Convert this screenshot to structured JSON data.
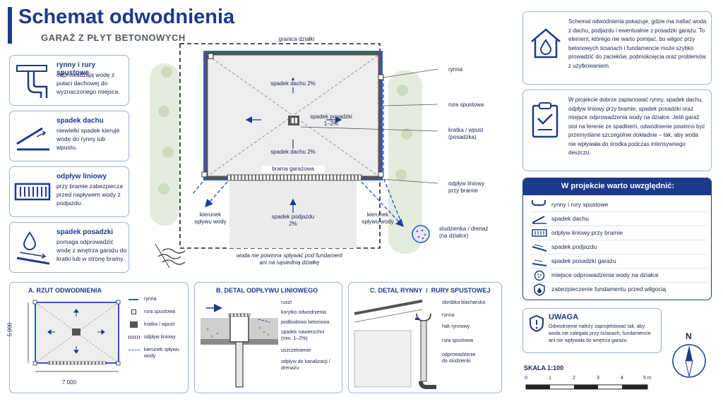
{
  "header": {
    "title": "Schemat odwodnienia",
    "subtitle": "GARAŻ Z PŁYT BETONOWYCH"
  },
  "left_cards": [
    {
      "title": "rynny i rury spustowe",
      "text": "odprowadzają wodę z połaci dachowej do wyznaczonego miejsca.",
      "icon": "gutter-downpipe-icon"
    },
    {
      "title": "spadek dachu",
      "text": "niewielki spadek kieruje wodę do rynny lub wpustu.",
      "icon": "roof-slope-icon"
    },
    {
      "title": "odpływ liniowy",
      "text": "przy bramie zabezpiecza przed napływem wody z podjazdu.",
      "icon": "linear-drain-icon"
    },
    {
      "title": "spadek posadzki",
      "text": "pomaga odprowadzić wodę z wnętrza garażu do kratki lub w stronę bramy.",
      "icon": "floor-slope-icon"
    }
  ],
  "plan": {
    "boundary_label": "granica działki",
    "roof_slope_top": "spadek dachu 2%",
    "roof_slope_bottom": "spadek dachu 2%",
    "floor_slope": "spadek posadzki\n1–2%",
    "gate": "brama garażowa",
    "driveway_slope": "spadek podjazdu\n2%",
    "flow_left": "kierunek\nspływu wody",
    "flow_right": "kierunek\nspływu wody",
    "note": "woda nie powinna spływać pod fundament\nani na sąsiednią działkę",
    "callouts": {
      "gutter": "rynna",
      "downpipe": "rura spustowa",
      "grate": "kratka / wpust\n(posadzka)",
      "linear_drain": "odpływ liniowy\nprzy bramie",
      "soakaway": "studzienka / drenaż\n(na działce)"
    }
  },
  "info_cards": [
    {
      "text": "Schemat odwodnienia pokazuje, gdzie ma trafiać woda z dachu, podjazdu i ewentualnie z posadzki garażu. To element, którego nie warto pomijać, bo wilgoć przy betonowych ścianach i fundamencie może szybko prowadzić do zacieków, podmoknięcia oraz problemów z użytkowaniem.",
      "icon": "house-water-icon"
    },
    {
      "text": "W projekcie dobrze zaplanować rynny, spadek dachu, odpływ liniowy przy bramie, spadek posadzki oraz miejsce odprowadzenia wody na działce. Jeśli garaż stoi na terenie ze spadkiem, odwodnienie powinno być przemyślane szczególnie dokładnie – tak, aby woda nie wpływała do środka podczas intensywnego deszczu.",
      "icon": "clipboard-check-icon"
    }
  ],
  "checklist": {
    "title": "W projekcie warto uwzględnić:",
    "items": [
      {
        "label": "rynny i rury spustowe",
        "icon": "gutter-icon"
      },
      {
        "label": "spadek dachu",
        "icon": "roof-slope-icon"
      },
      {
        "label": "odpływ liniowy przy bramie",
        "icon": "linear-drain-icon"
      },
      {
        "label": "spadek podjazdu",
        "icon": "driveway-slope-icon"
      },
      {
        "label": "spadek posadzki garażu",
        "icon": "floor-slope-icon"
      },
      {
        "label": "miejsce odprowadzenia wody na działce",
        "icon": "soakaway-icon"
      },
      {
        "label": "zabezpieczenie fundamentu przed wilgocią",
        "icon": "shield-drop-icon"
      }
    ]
  },
  "warning": {
    "title": "UWAGA",
    "text": "Odwodnienie należy zaprojektować tak, aby woda nie zalegała przy ścianach, fundamencie ani nie wpływała do wnętrza garażu."
  },
  "compass": {
    "label": "N"
  },
  "scale": {
    "title": "SKALA 1:100",
    "ticks": [
      "0",
      "1",
      "2",
      "3",
      "4",
      "5 m"
    ]
  },
  "panel_a": {
    "title": "A. RZUT ODWODNIENIA",
    "dim_vertical": "5 000",
    "dim_horizontal": "7 000",
    "legend": [
      "rynna",
      "rura spustowa",
      "kratka / wpust",
      "odpływ liniowy",
      "kierunek spływu\nwody"
    ]
  },
  "panel_b": {
    "title": "B. DETAL ODPŁYWU LINIOWEGO",
    "labels": [
      "ruszt",
      "korytko odwodnienia",
      "podbudowa betonowa",
      "spadek nawierzchni\n(min. 1–2%)",
      "uszczelnienie",
      "odpływ do kanalizacji /\ndrenażu"
    ]
  },
  "panel_c": {
    "title": "C. DETAL RYNNY  /  RURY SPUSTOWEJ",
    "labels": [
      "obróbka blacharska",
      "rynna",
      "hak rynnowy",
      "rura spustowa",
      "odprowadzenie\ndo studzienki"
    ]
  },
  "colors": {
    "navy": "#1b3a8c",
    "accent": "#2a5bd7",
    "border": "#9fb0d8",
    "concrete": "#e9e9e9"
  }
}
